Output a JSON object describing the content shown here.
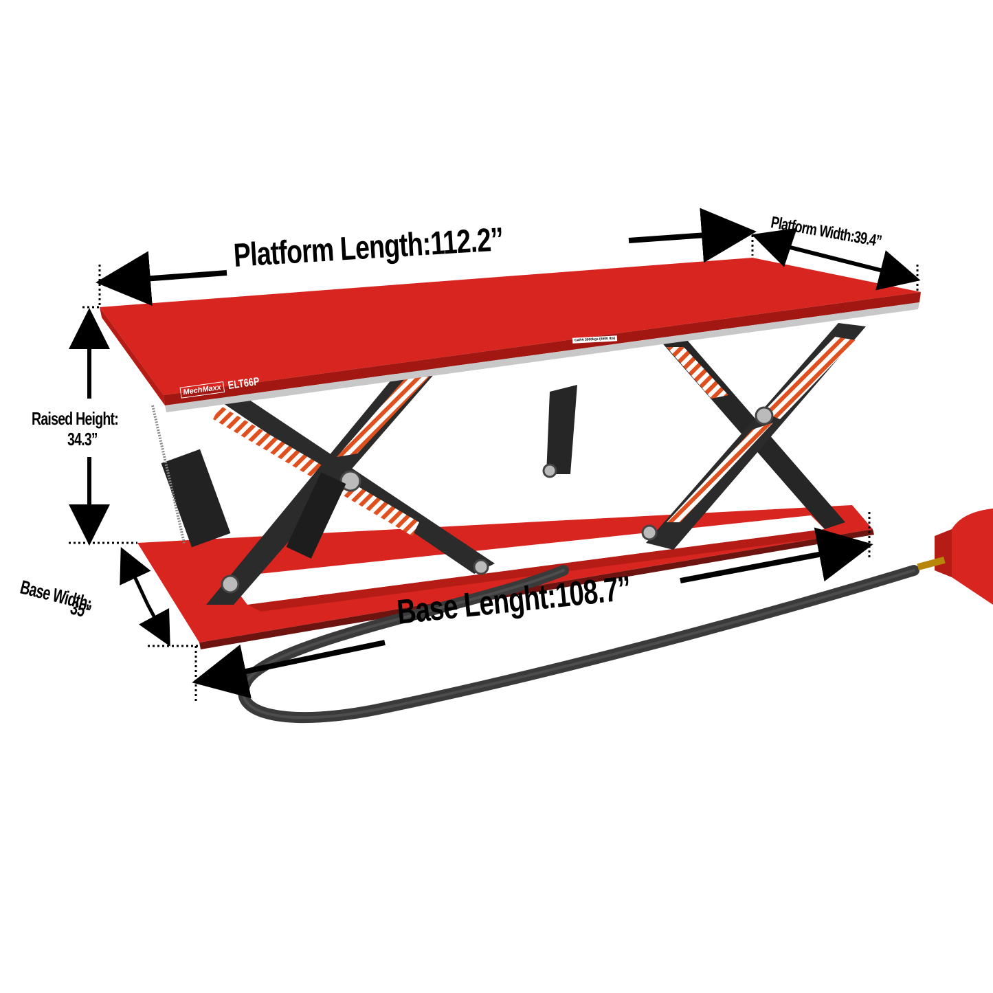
{
  "product": {
    "brand": "MechMaxx",
    "model": "ELT66P",
    "capacity_label": "CAPA 3000kgs (6600 lbs)",
    "colors": {
      "platform": "#d9251f",
      "frame": "#2b2b2b",
      "annotation": "#000000",
      "hazard_stripe": "#e0501e"
    }
  },
  "dimensions": {
    "platform_length": "Platform Length:112.2’’",
    "platform_width": "Platform Width:39.4’’",
    "raised_height_title": "Raised Height:",
    "raised_height_value": "34.3’’",
    "base_width_title": "Base Width:",
    "base_width_value": "35’’",
    "base_length": "Base Lenght:108.7’’"
  }
}
